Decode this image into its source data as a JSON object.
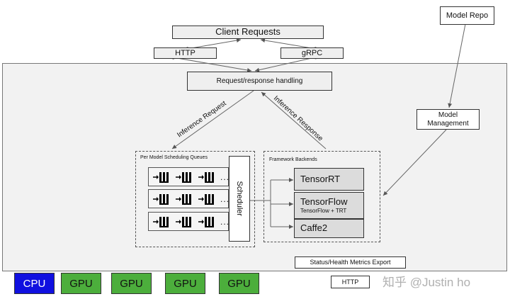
{
  "client_requests": "Client Requests",
  "http_top": "HTTP",
  "grpc": "gRPC",
  "model_repo": "Model Repo",
  "request_handling": "Request/response handling",
  "model_management": "Model\nManagement",
  "inference_request": "Inference Request",
  "inference_response": "Inference Response",
  "scheduling_queues_title": "Per Model Scheduling Queues",
  "queue_ellipsis": "...",
  "scheduler": "Scheduler",
  "framework_backends_title": "Framework Backends",
  "backends": {
    "tensorrt": "TensorRT",
    "tensorflow": "TensorFlow",
    "tensorflow_sub": "TensorFlow + TRT",
    "caffe2": "Caffe2"
  },
  "status_metrics": "Status/Health Metrics Export",
  "http_bottom": "HTTP",
  "hardware": [
    "CPU",
    "GPU",
    "GPU",
    "GPU",
    "GPU"
  ],
  "watermark": "知乎 @Justin ho",
  "colors": {
    "cpu": "#1010e0",
    "gpu": "#4cae3c",
    "panel": "#f2f2f2"
  }
}
